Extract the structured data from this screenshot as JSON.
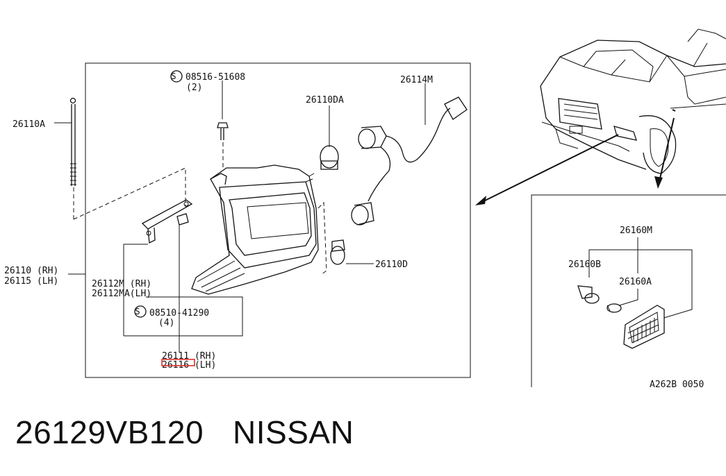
{
  "labels": {
    "screw_top_code": "08516-51608",
    "screw_top_qty": "(2)",
    "bolt": "26110A",
    "bulb_main": "26110DA",
    "harness": "26114M",
    "lamp_rh": "26110 (RH)",
    "lamp_lh": "26115 (LH)",
    "bracket_rh": "26112M (RH)",
    "bracket_lh": "26112MA(LH)",
    "screw_bottom_code": "08510-41290",
    "screw_bottom_qty": "(4)",
    "bulb_small": "26110D",
    "lens_rh": "26111 (RH)",
    "lens_lh": "26116 (LH)",
    "side_assy": "26160M",
    "side_socket": "26160B",
    "side_bulb": "26160A",
    "ref_code": "A262B 0050",
    "screw_symbol": "S"
  },
  "colors": {
    "line": "#111111",
    "highlight": "#e0302a"
  },
  "footer": {
    "part_number": "26129VB120",
    "brand": "NISSAN"
  }
}
